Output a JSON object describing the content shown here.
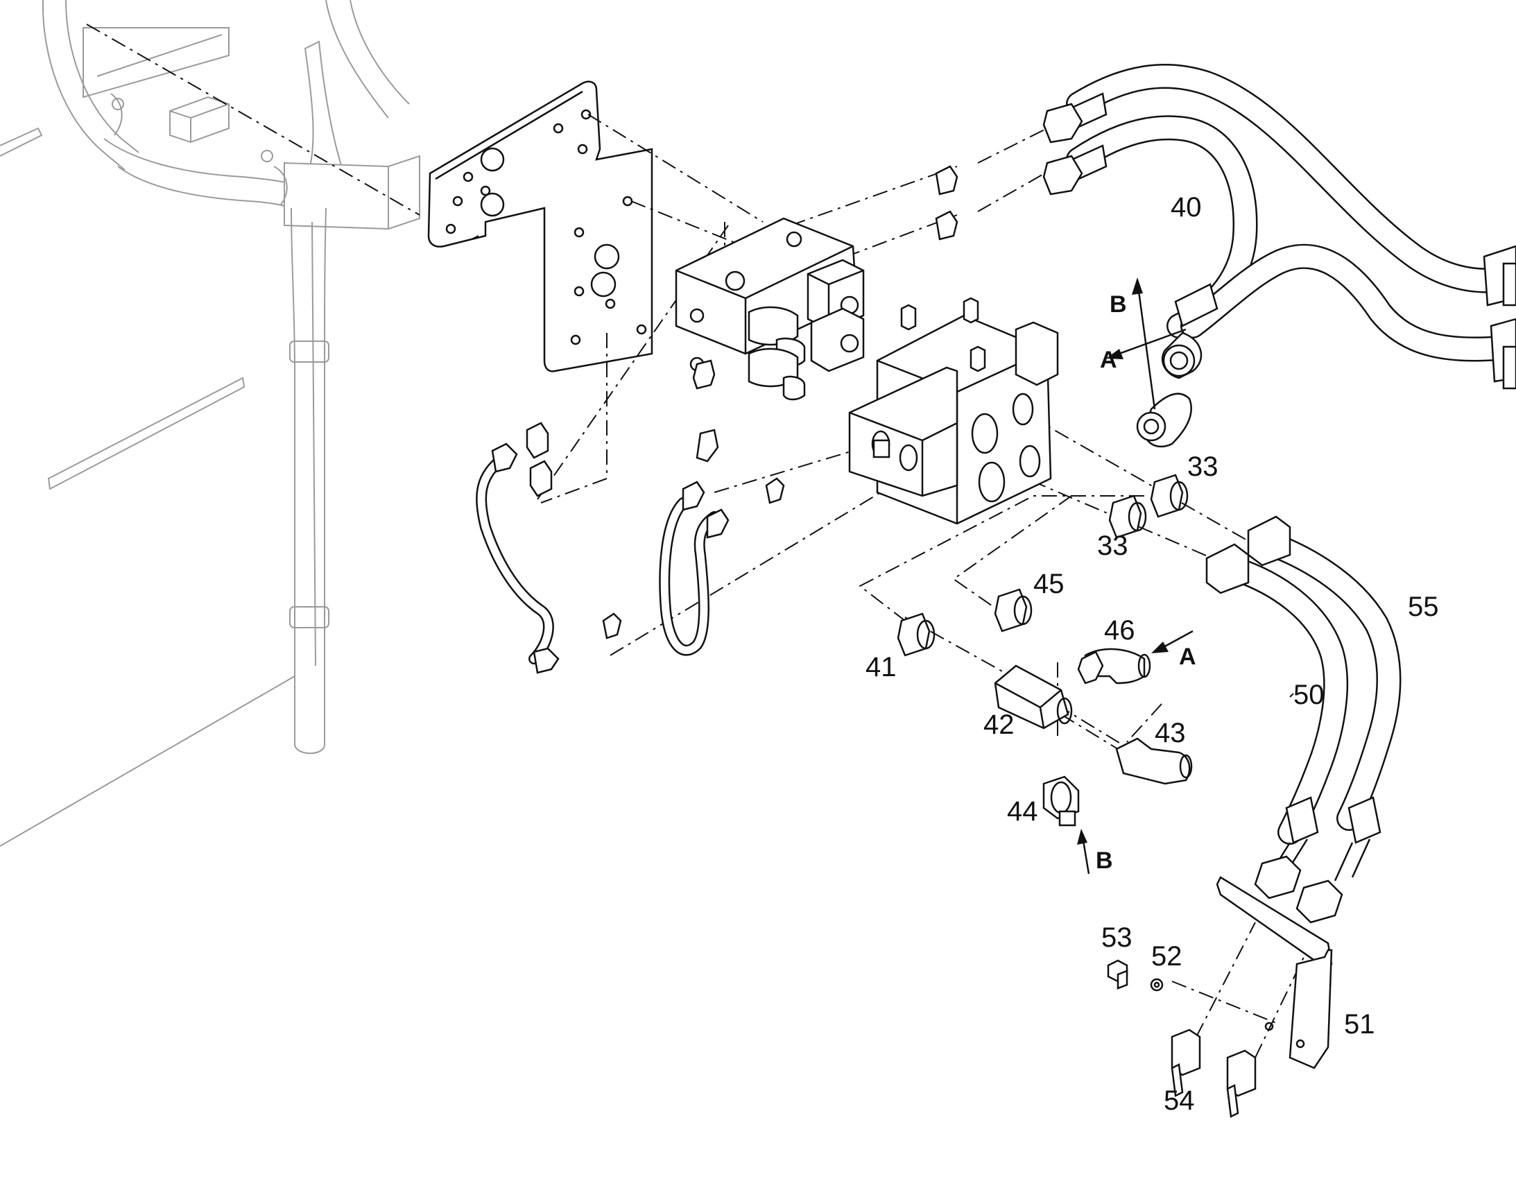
{
  "diagram": {
    "callouts": [
      {
        "id": "c40",
        "text": "40"
      },
      {
        "id": "c33a",
        "text": "33"
      },
      {
        "id": "c33b",
        "text": "33"
      },
      {
        "id": "c55",
        "text": "55"
      },
      {
        "id": "c45",
        "text": "45"
      },
      {
        "id": "c46",
        "text": "46"
      },
      {
        "id": "c41",
        "text": "41"
      },
      {
        "id": "c50",
        "text": "50"
      },
      {
        "id": "c42",
        "text": "42"
      },
      {
        "id": "c43",
        "text": "43"
      },
      {
        "id": "c44",
        "text": "44"
      },
      {
        "id": "c53",
        "text": "53"
      },
      {
        "id": "c52",
        "text": "52"
      },
      {
        "id": "c51",
        "text": "51"
      },
      {
        "id": "c54",
        "text": "54"
      }
    ],
    "port_markers": [
      {
        "id": "pB1",
        "text": "B"
      },
      {
        "id": "pA1",
        "text": "A"
      },
      {
        "id": "pA2",
        "text": "A"
      },
      {
        "id": "pB2",
        "text": "B"
      }
    ]
  }
}
